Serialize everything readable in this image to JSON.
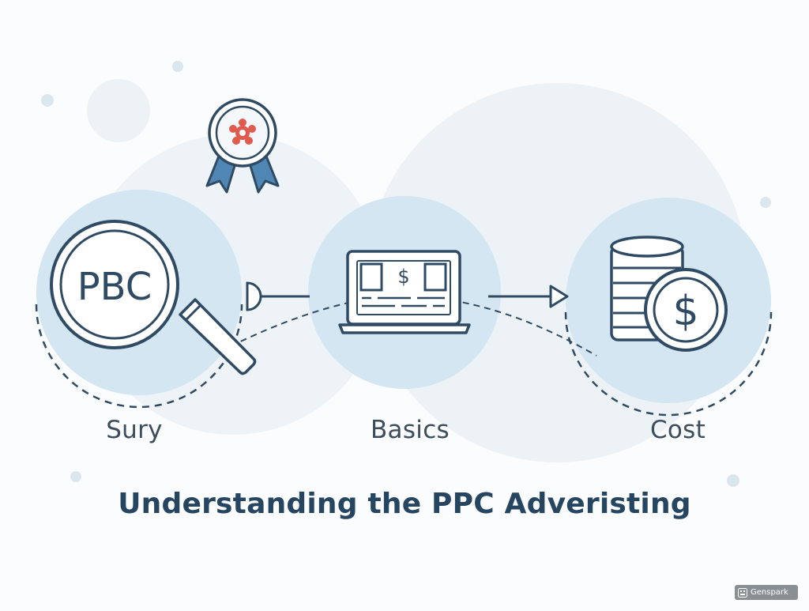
{
  "stages": [
    {
      "label": "Sury",
      "icon": "magnifier-icon",
      "badge_text": "PBC"
    },
    {
      "label": "Basics",
      "icon": "laptop-ad-icon",
      "badge_text": "$"
    },
    {
      "label": "Cost",
      "icon": "coin-stack-icon",
      "badge_text": "$"
    }
  ],
  "title": "Understanding the PPC Adveristing",
  "award_icon": "award-ribbon-icon",
  "watermark": "Genspark",
  "colors": {
    "circle_fill": "#d3e6f2",
    "background_circle": "#e8f0f5",
    "stroke": "#2f4a63",
    "accent": "#e05a4e",
    "ribbon": "#4f86b4",
    "label_text": "#3c4d5e",
    "title_text": "#264560"
  }
}
